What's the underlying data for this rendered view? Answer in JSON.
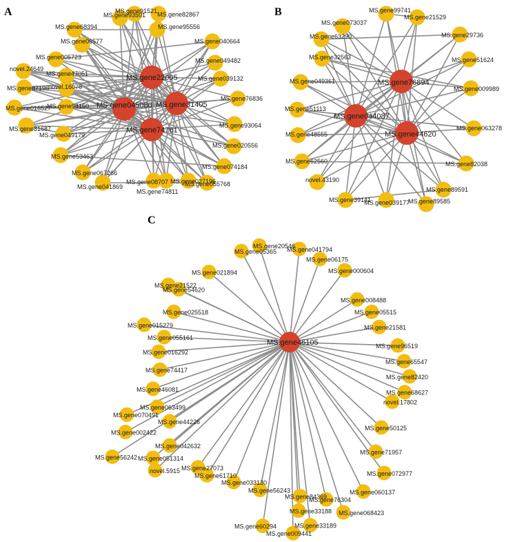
{
  "panels": [
    {
      "letter": "A",
      "hubs": [
        "MS.gene22005",
        "MS.gene045080",
        "MS.gene31405",
        "MS.gene74761"
      ],
      "nodes": [
        "MS.gene91521",
        "MS.gene93501",
        "MS.gene82867",
        "MS.gene68394",
        "MS.gene95556",
        "MS.gene06577",
        "MS.gene040664",
        "MS.gene005723",
        "MS.gene049482",
        "novel.24649",
        "MS.gene47051",
        "MS.gene039132",
        "MS.gene87196",
        "novel.16076",
        "MS.gene76836",
        "MS.gene016527",
        "MS.gene94150",
        "MS.gene93064",
        "MS.gene81687",
        "MS.gene049179",
        "MS.gene020556",
        "MS.gene53463",
        "MS.gene074184",
        "MS.gene067266",
        "MS.gene055768",
        "MS.gene041869",
        "MS.gene08707",
        "MS.gene027196",
        "MS.gene74811"
      ]
    },
    {
      "letter": "B",
      "hubs": [
        "MS.gene76894",
        "MS.gene044087",
        "MS.gene44620"
      ],
      "nodes": [
        "MS.gene99741",
        "MS.gene21529",
        "MS.gene073037",
        "MS.gene29736",
        "MS.gene63290",
        "MS.gene51624",
        "MS.gene32563",
        "MS.gene009989",
        "MS.gene049361",
        "MS.gene51113",
        "MS.gene063278",
        "MS.gene48555",
        "MS.gene82038",
        "MS.gene62560",
        "novel.43190",
        "MS.gene89591",
        "MS.gene39141",
        "MS.gene039177",
        "MS.gene89585"
      ]
    },
    {
      "letter": "C",
      "hubs": [
        "MS.gene46105"
      ],
      "nodes": [
        "MS.gene20546",
        "MS.gene05365",
        "MS.gene041794",
        "MS.gene06175",
        "MS.gene021894",
        "MS.gene000604",
        "MS.gene21522",
        "MS.gene54620",
        "MS.gene008488",
        "MS.gene025518",
        "MS.gene05515",
        "MS.gene015279",
        "MS.gene21581",
        "MS.gene055161",
        "MS.gene96519",
        "MS.gene016292",
        "MS.gene65547",
        "MS.gene74417",
        "MS.gene82420",
        "MS.gene46081",
        "MS.gene68627",
        "MS.gene063499",
        "novel.17802",
        "MS.gene070491",
        "MS.gene44226",
        "MS.gene50125",
        "MS.gene002422",
        "MS.gene042632",
        "MS.gene71957",
        "MS.gene56242",
        "MS.gene051314",
        "MS.gene27073",
        "MS.gene072977",
        "novel.5915",
        "MS.gene61710",
        "MS.gene033130",
        "MS.gene060137",
        "MS.gene56243",
        "MS.gene84369",
        "MS.gene76304",
        "MS.gene33188",
        "MS.gene068423",
        "MS.gene60294",
        "MS.gene33189",
        "MS.gene009441"
      ]
    }
  ],
  "colors": {
    "hub": "#d4432c",
    "node": "#f2bd12",
    "edge": "#8c8c8c"
  }
}
